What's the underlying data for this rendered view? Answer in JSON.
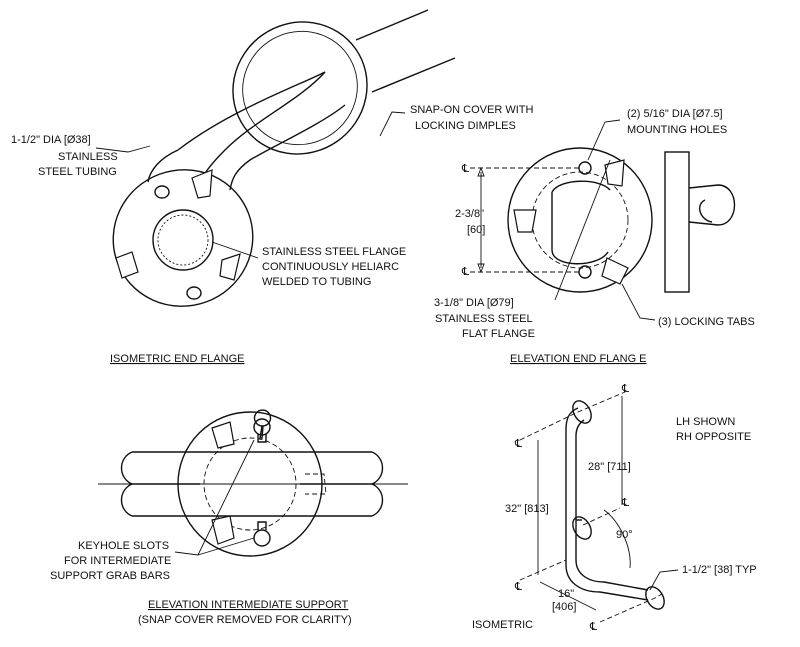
{
  "iso_end_flange": {
    "title": "ISOMETRIC END FLANGE",
    "tubing_note": [
      "1-1/2\" DIA [Ø38]",
      "STAINLESS",
      "STEEL TUBING"
    ],
    "cover_note": [
      "SNAP-ON COVER WITH",
      "LOCKING DIMPLES"
    ],
    "flange_note": [
      "STAINLESS STEEL FLANGE",
      "CONTINUOUSLY HELIARC",
      "WELDED TO TUBING"
    ]
  },
  "elev_end_flange": {
    "title": "ELEVATION END FLANG E",
    "holes_note": [
      "(2) 5/16\" DIA [Ø7.5]",
      "MOUNTING HOLES"
    ],
    "spacing_dim": [
      "2-3/8\"",
      "[60]"
    ],
    "flange_dia_note": [
      "3-1/8\" DIA [Ø79]",
      "STAINLESS STEEL",
      "FLAT FLANGE"
    ],
    "tabs_note": "(3) LOCKING TABS",
    "cl_mark": "℄"
  },
  "elev_intermediate": {
    "title": "ELEVATION INTERMEDIATE SUPPORT",
    "subtitle": "(SNAP COVER REMOVED FOR CLARITY)",
    "keyhole_note": [
      "KEYHOLE SLOTS",
      "FOR INTERMEDIATE",
      "SUPPORT GRAB BARS"
    ]
  },
  "isometric": {
    "title": "ISOMETRIC",
    "hand_note": [
      "LH SHOWN",
      "RH OPPOSITE"
    ],
    "dim_upper": "28\" [711]",
    "dim_total": "32\" [813]",
    "dim_horizontal": [
      "16\"",
      "[406]"
    ],
    "angle": "90°",
    "tube_note": "1-1/2\" [38] TYP",
    "cl_mark": "℄"
  }
}
